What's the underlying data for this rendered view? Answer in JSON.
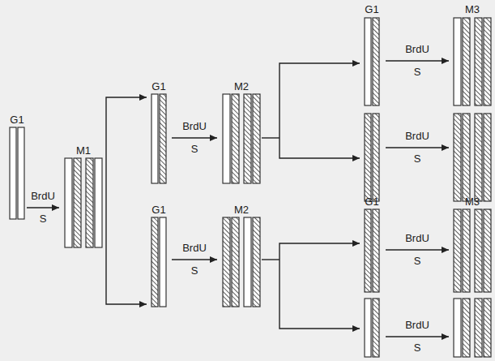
{
  "diagram": {
    "labels": [
      "G1",
      "BrdU",
      "S",
      "M1",
      "G1",
      "BrdU",
      "S",
      "M2",
      "G1",
      "BrdU",
      "S",
      "M3",
      "BrdU",
      "S",
      "G1",
      "BrdU",
      "S",
      "M2",
      "G1",
      "M3",
      "BrdU",
      "S",
      "BrdU",
      "S"
    ]
  }
}
